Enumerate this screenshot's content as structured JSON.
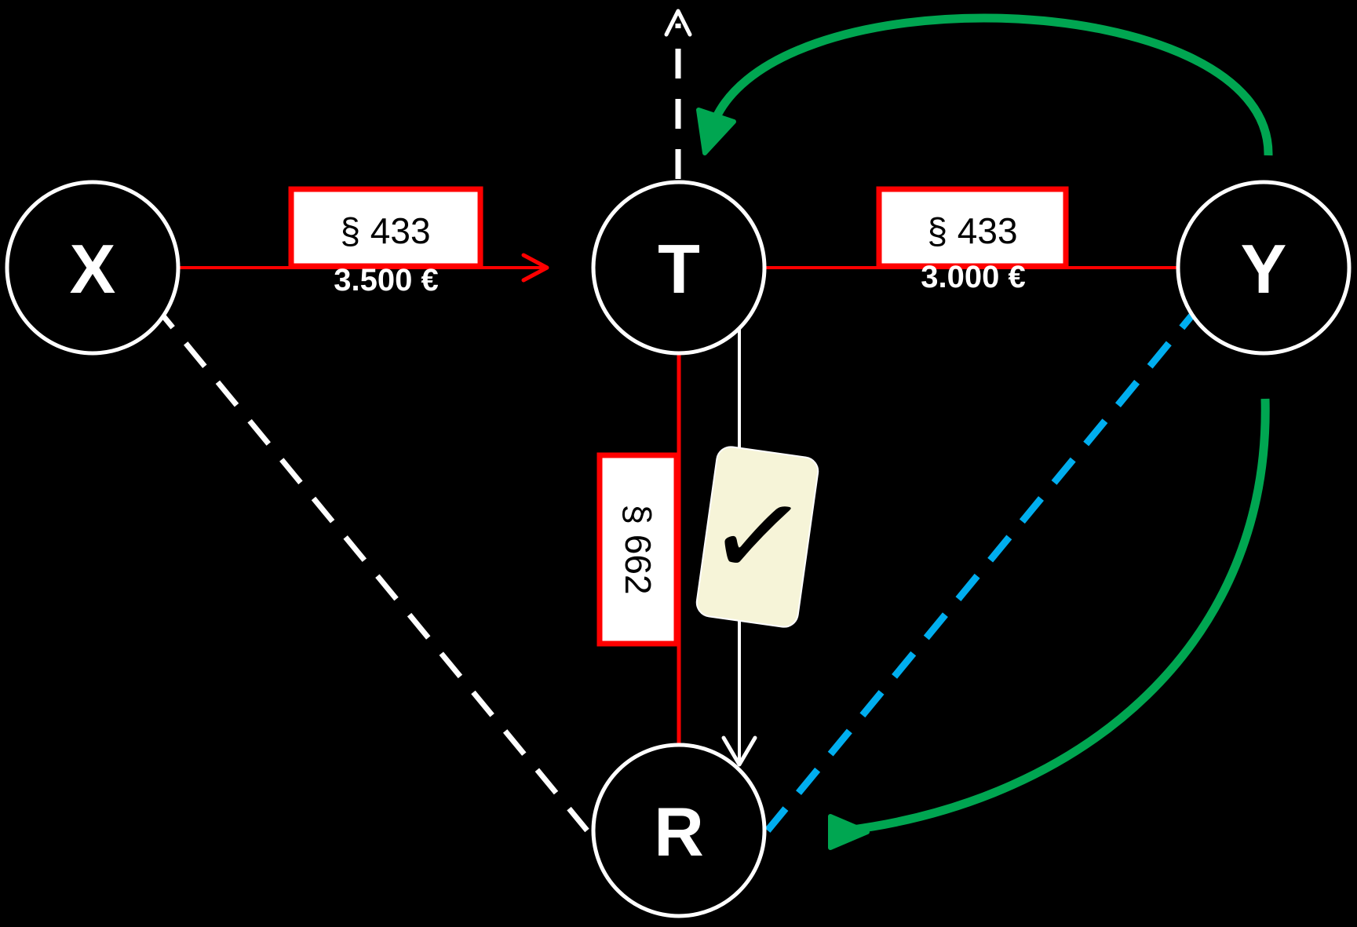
{
  "nodes": {
    "x": {
      "label": "X"
    },
    "t": {
      "label": "T"
    },
    "y": {
      "label": "Y"
    },
    "r": {
      "label": "R"
    }
  },
  "edges": {
    "x_t": {
      "paragraph": "§ 433",
      "amount": "3.500 €"
    },
    "t_y": {
      "paragraph": "§ 433",
      "amount": "3.000 €"
    },
    "t_r": {
      "paragraph": "§ 662"
    }
  },
  "card": {
    "icon": "checkmark-icon",
    "glyph": "✓"
  },
  "colors": {
    "background": "#000000",
    "contract_line": "#ff0000",
    "green_arrow": "#00a651",
    "blue_dashed": "#00aeef",
    "white": "#ffffff",
    "card_fill": "#f6f4d8"
  }
}
